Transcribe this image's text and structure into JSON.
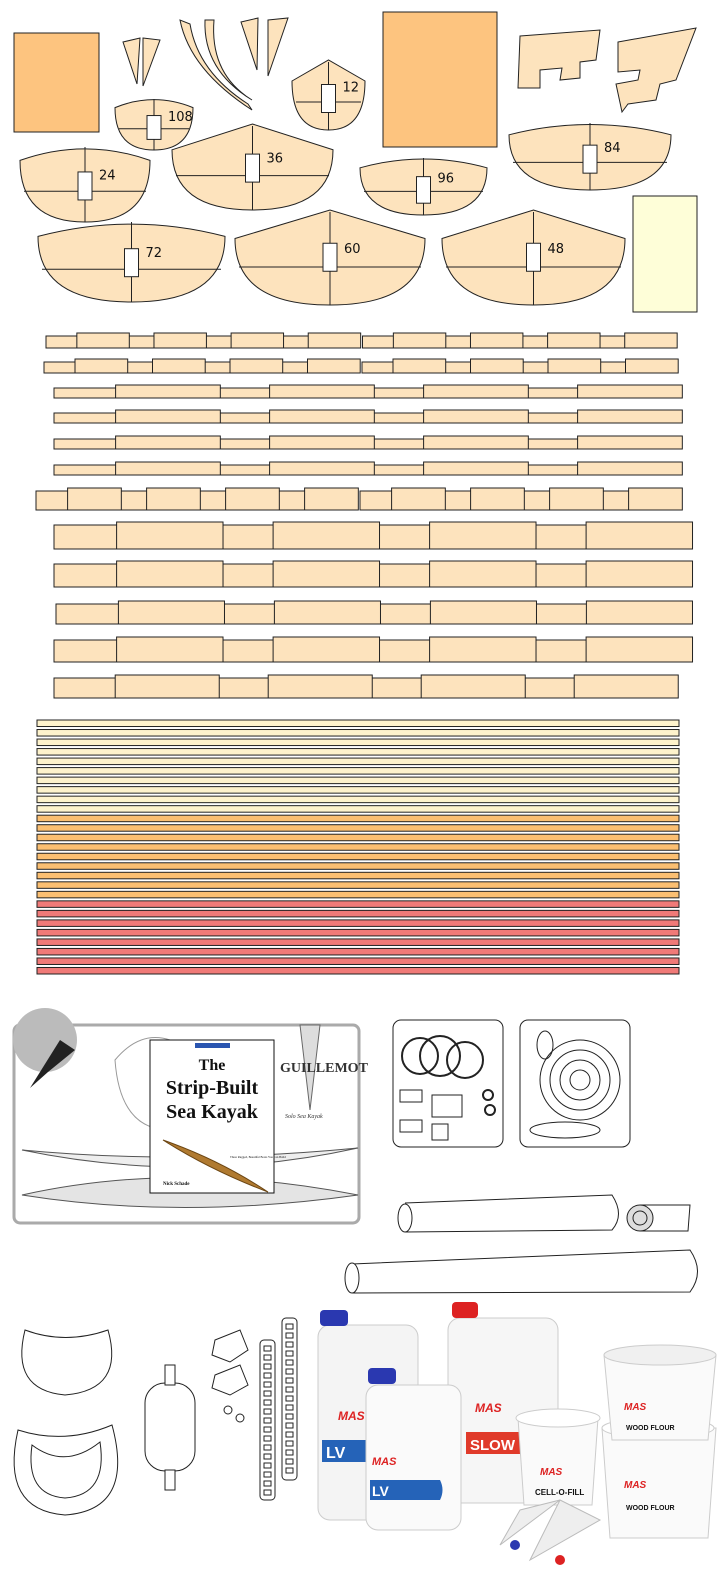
{
  "forms": [
    {
      "label": "12"
    },
    {
      "label": "108"
    },
    {
      "label": "24"
    },
    {
      "label": "36"
    },
    {
      "label": "96"
    },
    {
      "label": "84"
    },
    {
      "label": "72"
    },
    {
      "label": "60"
    },
    {
      "label": "48"
    }
  ],
  "colors": {
    "form_fill": "#fde3bd",
    "panel_orange": "#fdc47f",
    "panel_yellow": "#fefed8",
    "strip_yellow": "#fef3cc",
    "strip_orange": "#fbbf72",
    "strip_red": "#f07a78"
  },
  "strip_counts": {
    "yellow": 10,
    "orange": 9,
    "red": 8
  },
  "plans": {
    "boat_name": "GUILLEMOT",
    "subtitle": "Solo Sea Kayak"
  },
  "book": {
    "title_line1": "The",
    "title_line2": "Strip-Built",
    "title_line3": "Sea Kayak",
    "tagline": "Three Rugged, Beautiful Boats You Can Build",
    "author": "Nick Schade"
  },
  "epoxy": {
    "brand": "MAS",
    "lv_label": "LV",
    "slow_label": "SLOW",
    "cell_label": "CELL-O-FILL",
    "flour_label": "WOOD FLOUR"
  }
}
